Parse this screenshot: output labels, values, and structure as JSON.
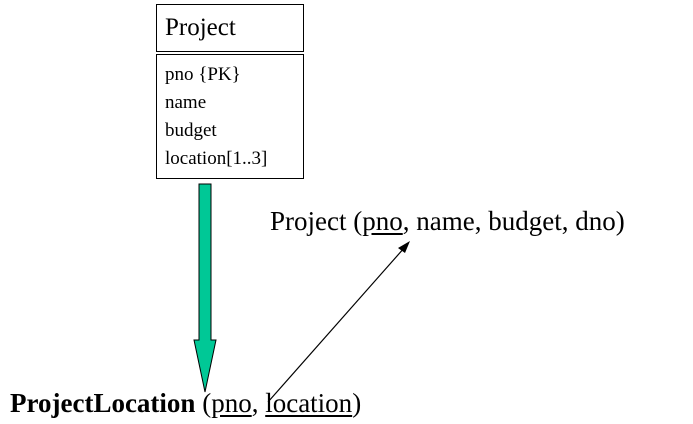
{
  "uml_class": {
    "name": "Project",
    "attributes": [
      "pno {PK}",
      "name",
      "budget",
      "location[1..3]"
    ]
  },
  "relation_project": {
    "name": "Project",
    "open": " (",
    "key": "pno",
    "rest": ", name, budget, dno)"
  },
  "relation_project_location": {
    "name": "ProjectLocation",
    "open": " (",
    "key1": "pno",
    "sep": ", ",
    "key2": "location",
    "close": ")"
  },
  "colors": {
    "mapping_arrow": "#00c896",
    "line": "#000000"
  }
}
